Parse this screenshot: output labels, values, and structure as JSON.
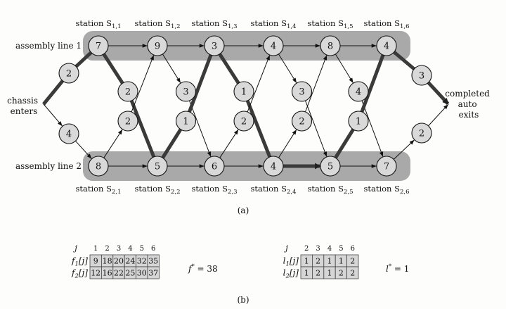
{
  "part_a": {
    "caption": "(a)",
    "lines": [
      {
        "label": "assembly line 1",
        "station_prefix": "station S",
        "stations": [
          {
            "sub": "1,1",
            "cost": "7"
          },
          {
            "sub": "1,2",
            "cost": "9"
          },
          {
            "sub": "1,3",
            "cost": "3"
          },
          {
            "sub": "1,4",
            "cost": "4"
          },
          {
            "sub": "1,5",
            "cost": "8"
          },
          {
            "sub": "1,6",
            "cost": "4"
          }
        ],
        "enter": "2",
        "exit": "3"
      },
      {
        "label": "assembly line 2",
        "station_prefix": "station S",
        "stations": [
          {
            "sub": "2,1",
            "cost": "8"
          },
          {
            "sub": "2,2",
            "cost": "5"
          },
          {
            "sub": "2,3",
            "cost": "6"
          },
          {
            "sub": "2,4",
            "cost": "4"
          },
          {
            "sub": "2,5",
            "cost": "5"
          },
          {
            "sub": "2,6",
            "cost": "7"
          }
        ],
        "enter": "4",
        "exit": "2"
      }
    ],
    "transfer_1_to_2": [
      "2",
      "3",
      "1",
      "3",
      "4"
    ],
    "transfer_2_to_1": [
      "2",
      "1",
      "2",
      "2",
      "1"
    ],
    "entry_label": [
      "chassis",
      "enters"
    ],
    "exit_label": [
      "completed",
      "auto",
      "exits"
    ]
  },
  "part_b": {
    "caption": "(b)",
    "f_table": {
      "j_label": "j",
      "columns": [
        "1",
        "2",
        "3",
        "4",
        "5",
        "6"
      ],
      "rows": [
        {
          "label": "f",
          "sub": "1",
          "arg": "[j]",
          "values": [
            "9",
            "18",
            "20",
            "24",
            "32",
            "35"
          ]
        },
        {
          "label": "f",
          "sub": "2",
          "arg": "[j]",
          "values": [
            "12",
            "16",
            "22",
            "25",
            "30",
            "37"
          ]
        }
      ]
    },
    "f_star": {
      "lhs": "f",
      "sup": "*",
      "rhs": " = 38"
    },
    "l_table": {
      "j_label": "j",
      "columns": [
        "2",
        "3",
        "4",
        "5",
        "6"
      ],
      "rows": [
        {
          "label": "l",
          "sub": "1",
          "arg": "[j]",
          "values": [
            "1",
            "2",
            "1",
            "1",
            "2"
          ]
        },
        {
          "label": "l",
          "sub": "2",
          "arg": "[j]",
          "values": [
            "1",
            "2",
            "1",
            "2",
            "2"
          ]
        }
      ]
    },
    "l_star": {
      "lhs": "l",
      "sup": "*",
      "rhs": " = 1"
    }
  }
}
